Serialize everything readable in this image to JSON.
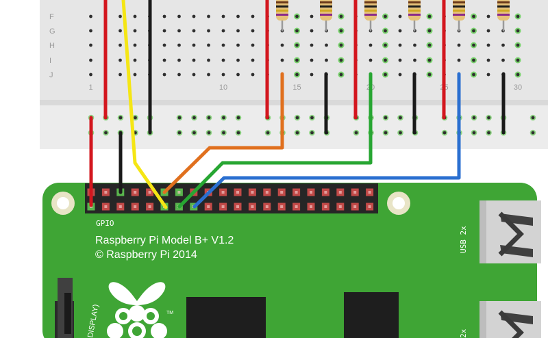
{
  "breadboard": {
    "row_labels": [
      "F",
      "G",
      "H",
      "I",
      "J"
    ],
    "column_labels": [
      "1",
      "10",
      "15",
      "20",
      "25",
      "30"
    ]
  },
  "board": {
    "header_label": "GPIO",
    "model_text": "Raspberry Pi Model B+ V1.2",
    "copyright_text": "© Raspberry Pi 2014",
    "usb_label_top": "USB 2x",
    "usb_label_bottom": "2x",
    "display_label": "DISPLAY)",
    "trademark": "TM"
  },
  "colors": {
    "breadboard": "#e8e8e8",
    "pcb": "#3fa535",
    "wire_red": "#d3161e",
    "wire_black": "#1a1a1a",
    "wire_yellow": "#f5e614",
    "wire_orange": "#e0701e",
    "wire_green": "#27a632",
    "wire_blue": "#2a6fd0",
    "pin_red": "#c24a48",
    "pin_green": "#59b54d"
  },
  "resistor_count": 6
}
